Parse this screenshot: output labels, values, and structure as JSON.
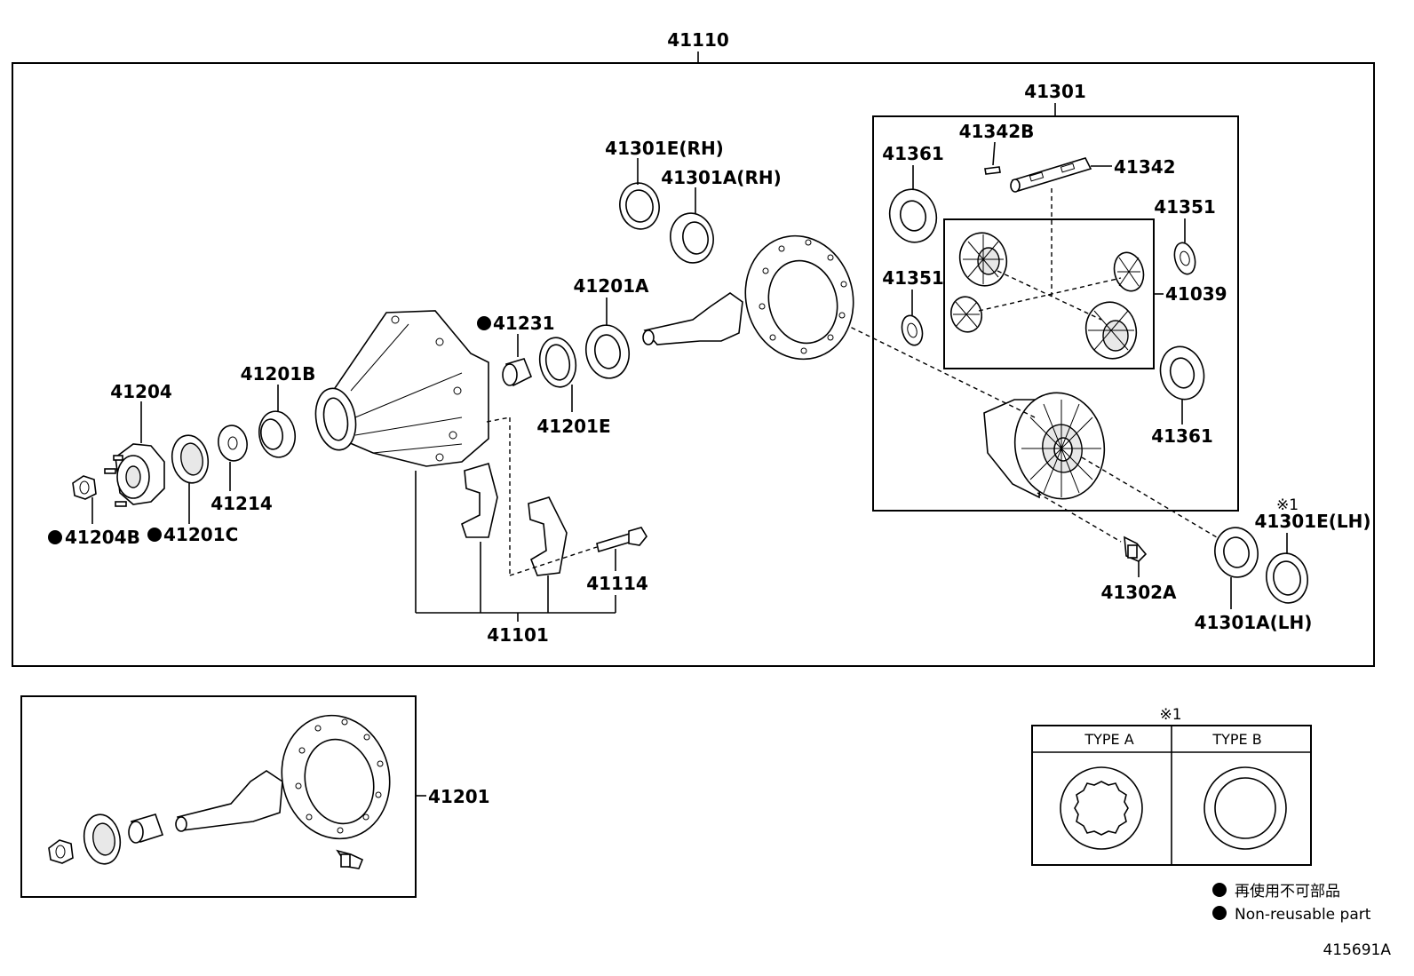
{
  "labels": {
    "assembly": "41110",
    "case_group": "41301",
    "p41301E_rh": "41301E(RH)",
    "p41301A_rh": "41301A(RH)",
    "p41342B": "41342B",
    "p41342": "41342",
    "p41361_top": "41361",
    "p41351_right": "41351",
    "p41351_left": "41351",
    "p41039": "41039",
    "p41361_bottom": "41361",
    "p41201A": "41201A",
    "p41231": "41231",
    "p41201B": "41201B",
    "p41201E": "41201E",
    "p41204": "41204",
    "p41214": "41214",
    "p41204B": "41204B",
    "p41201C": "41201C",
    "p41114": "41114",
    "p41101": "41101",
    "p41302A": "41302A",
    "note_mark": "※1",
    "p41301E_lh": "41301E(LH)",
    "p41301A_lh": "41301A(LH)",
    "p41201": "41201"
  },
  "type_table": {
    "mark": "※1",
    "col_a": "TYPE A",
    "col_b": "TYPE B"
  },
  "legend": {
    "jp": "再使用不可部品",
    "en": "Non-reusable part"
  },
  "figure_id": "415691A"
}
